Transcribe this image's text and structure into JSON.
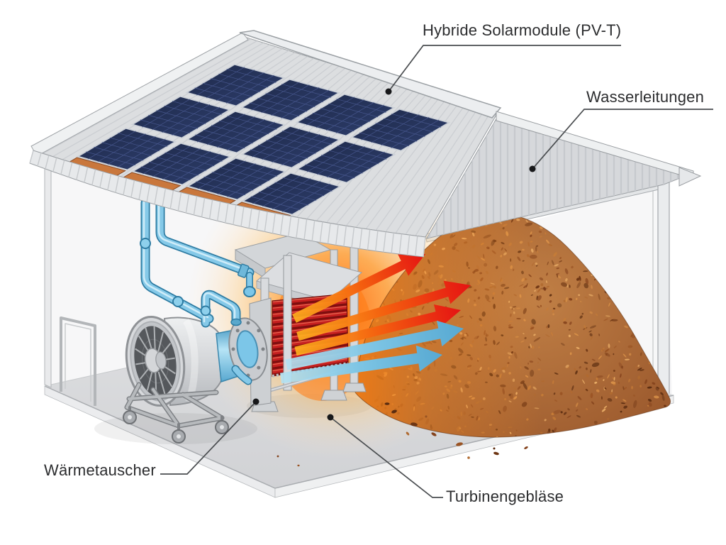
{
  "diagram": {
    "labels": {
      "solar_modules": {
        "text": "Hybride Solarmodule (PV-T)"
      },
      "water_pipes": {
        "text": "Wasserleitungen"
      },
      "heat_exchanger": {
        "text": "Wärmetauscher"
      },
      "turbine_fan": {
        "text": "Turbinengebläse"
      }
    },
    "arrow_flows": {
      "hot": {
        "count": 3,
        "tail_color": "#ffb31e",
        "mid_color": "#f4600f",
        "head_color": "#e51313"
      },
      "cool": {
        "count": 2,
        "tail_color": "#b4e2f2",
        "mid_color": "#7cc4e4",
        "head_color": "#57a9d2"
      }
    },
    "colors": {
      "background": "#ffffff",
      "structure_gray": "#d8dadc",
      "rib_gray": "#c9ccd0",
      "fascia": "#e7e9eb",
      "panel_blue_dark": "#1e2949",
      "panel_blue": "#2c3c68",
      "panel_grid": "#46568c",
      "panel_frame": "#ccd1d8",
      "copper": "#c9773c",
      "copper_edge": "#8a4a22",
      "pipe_fill": "#85c9e8",
      "pipe_outline": "#2e7ca3",
      "pipe_highlight": "#dbf3fc",
      "pipe_fitting": "#5aa8cc",
      "coil_red": "#c62020",
      "coil_dark": "#7e0f0f",
      "coil_highlight": "#f07a5e",
      "glow_orange": "#ff7d14",
      "wood_base": "#96542a",
      "label_text": "#2c2d2f",
      "leader": "#4a4d50"
    },
    "wood_palette": [
      "#5a2c10",
      "#6e3614",
      "#84421c",
      "#9a5424",
      "#b06a30",
      "#c67c38",
      "#d89048",
      "#e8ac66"
    ]
  }
}
